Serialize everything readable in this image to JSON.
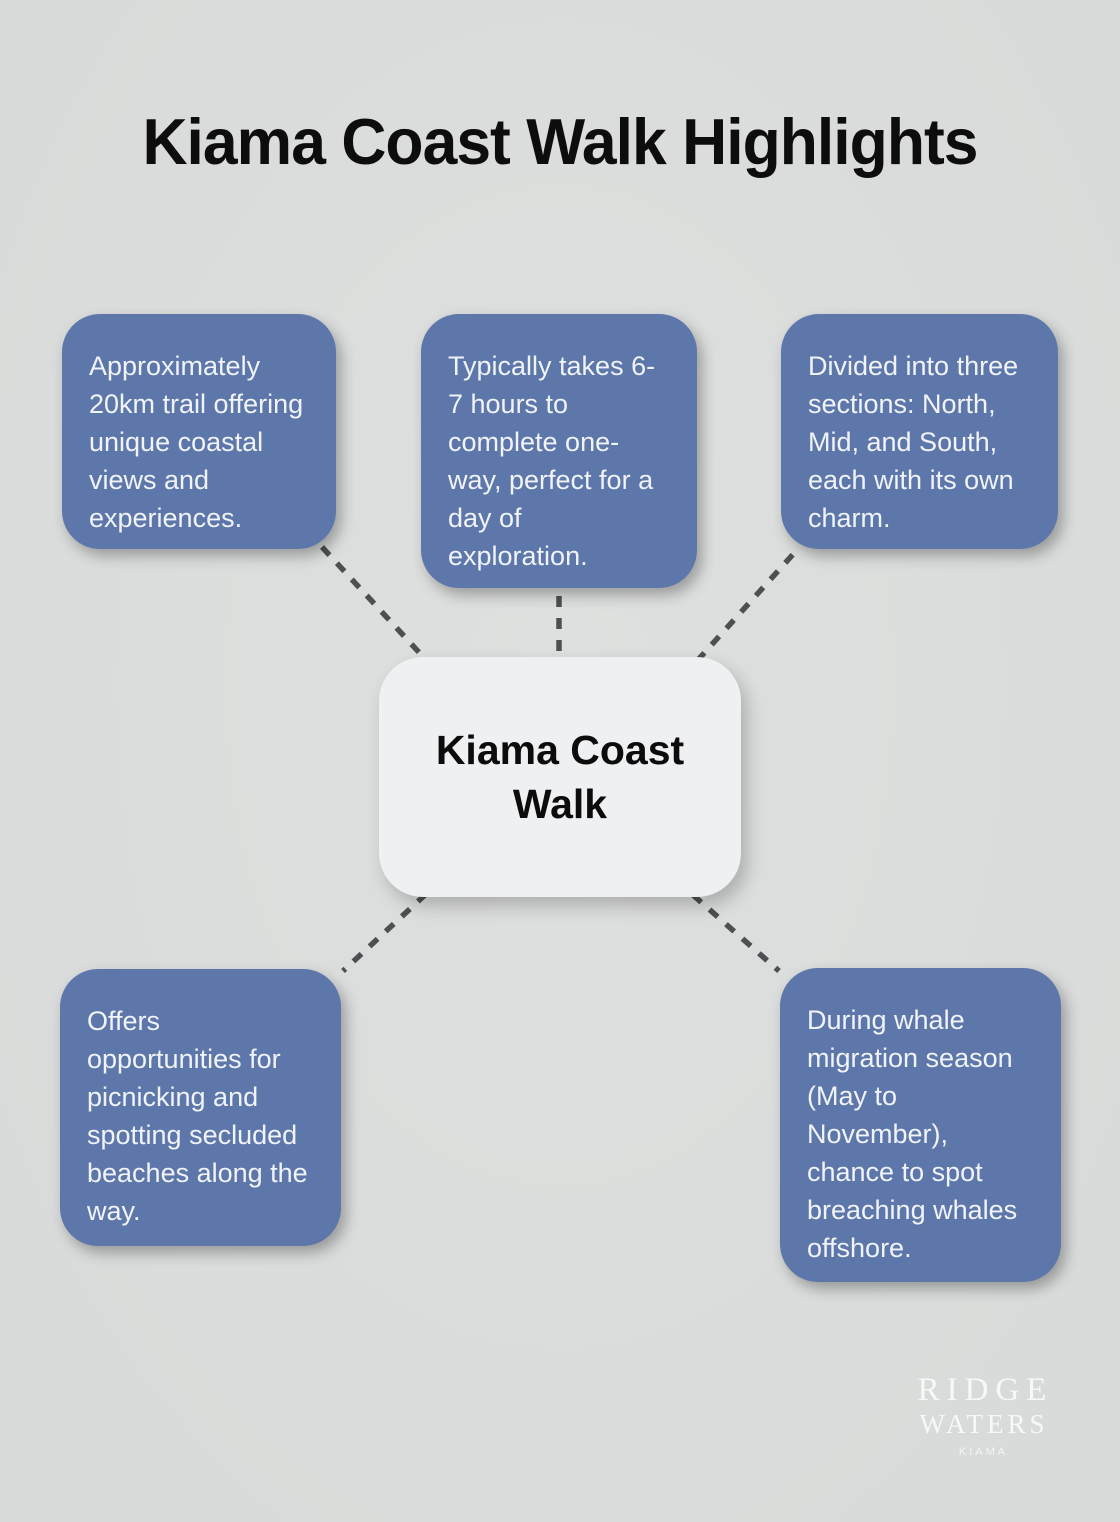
{
  "page": {
    "title": "Kiama Coast Walk Highlights"
  },
  "colors": {
    "background": "#dbdddc",
    "node_blue": "#5e77ab",
    "node_text": "#f0f3f8",
    "center_bg": "#eef0f1",
    "center_text": "#0c0c0d",
    "connector": "#4d4f52",
    "title_color": "#0d0d0e",
    "logo_color": "#f7f8f8"
  },
  "center_node": {
    "label": "Kiama Coast Walk"
  },
  "nodes": [
    {
      "id": "trail-length",
      "text": "Approximately 20km trail offering unique coastal views and experiences."
    },
    {
      "id": "duration",
      "text": "Typically takes 6-7 hours to complete one-way, perfect for a day of exploration."
    },
    {
      "id": "sections",
      "text": "Divided into three sections: North, Mid, and South, each with its own charm."
    },
    {
      "id": "picnicking",
      "text": "Offers opportunities for picnicking and spotting secluded beaches along the way."
    },
    {
      "id": "whale-watching",
      "text": "During whale migration season (May to November), chance to spot breaching whales offshore."
    }
  ],
  "branding": {
    "line1": "RIDGE",
    "line2": "WATERS",
    "line3": "KIAMA"
  }
}
